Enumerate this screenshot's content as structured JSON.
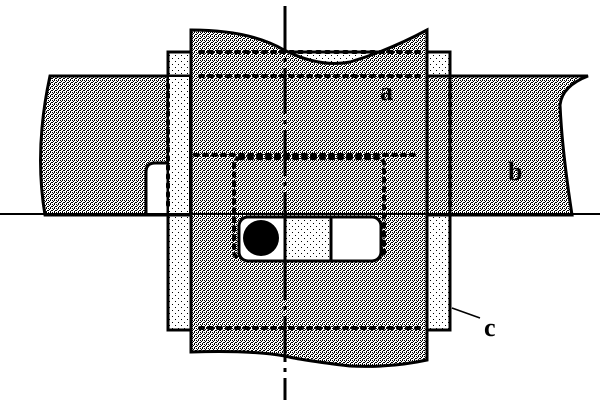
{
  "diagram": {
    "type": "technical-drawing",
    "description": "Overlapping plate members with pin in slot, centerlines and hidden edges",
    "colors": {
      "ink": "#000000",
      "paper": "#ffffff",
      "hatch": "#000000",
      "light_fill": "#e8e8e8"
    },
    "labels": {
      "a": "a",
      "b": "b",
      "c": "c"
    }
  }
}
